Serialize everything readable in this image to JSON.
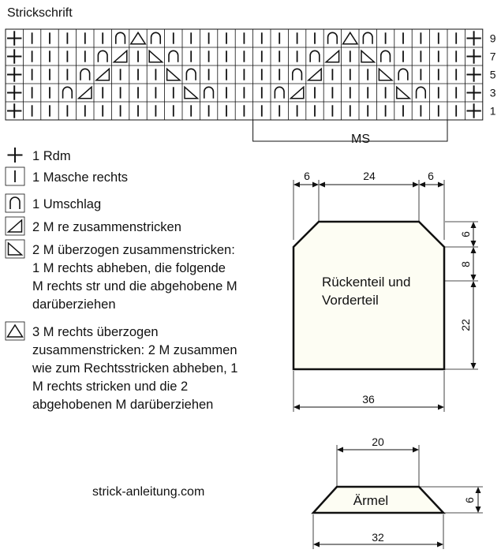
{
  "title": "Strickschrift",
  "row_labels": [
    "9",
    "7",
    "5",
    "3",
    "1"
  ],
  "chart_rows": [
    "+IIIIIOTOIIIIIIIIIOTOIIIII+",
    "+IIIIORIKOIIIIIIIORIKOIIII+",
    "+IIIORIIIKOIIIIIORIIIKOIII+",
    "+IIORIIIIIKOIIIORIIIIIKOII+",
    "+IIIIIIIIIIIIIIIIIIIIIIIII+"
  ],
  "repeat_label": "MS",
  "legend": [
    {
      "icon": "plus",
      "lines": [
        "1 Rdm"
      ]
    },
    {
      "icon": "bar",
      "lines": [
        "1 Masche rechts"
      ]
    },
    {
      "icon": "arch",
      "lines": [
        "1 Umschlag"
      ]
    },
    {
      "icon": "k2tog",
      "lines": [
        "2 M re zusammenstricken"
      ]
    },
    {
      "icon": "ssk",
      "lines": [
        "2 M überzogen zusammenstricken:",
        "1 M rechts abheben, die folgende",
        "M rechts str und die abgehobene M",
        "darüberziehen"
      ]
    },
    {
      "icon": "triangle",
      "lines": [
        "3 M rechts überzogen",
        "zusammenstricken: 2 M zusammen",
        "wie zum Rechtsstricken abheben, 1",
        "M rechts stricken und die 2",
        "abgehobenen M darüberziehen"
      ]
    }
  ],
  "body_piece": {
    "label_lines": [
      "Rückenteil und",
      "Vorderteil"
    ],
    "dim_top_left": "6",
    "dim_top": "24",
    "dim_top_right": "6",
    "dim_right_top": "6",
    "dim_right_mid": "8",
    "dim_right_bottom": "22",
    "dim_bottom": "36",
    "fill": "#fdfdf3"
  },
  "sleeve": {
    "label": "Ärmel",
    "dim_top": "20",
    "dim_right": "6",
    "dim_bottom": "32",
    "fill": "#fdfdf3"
  },
  "website": "strick-anleitung.com"
}
